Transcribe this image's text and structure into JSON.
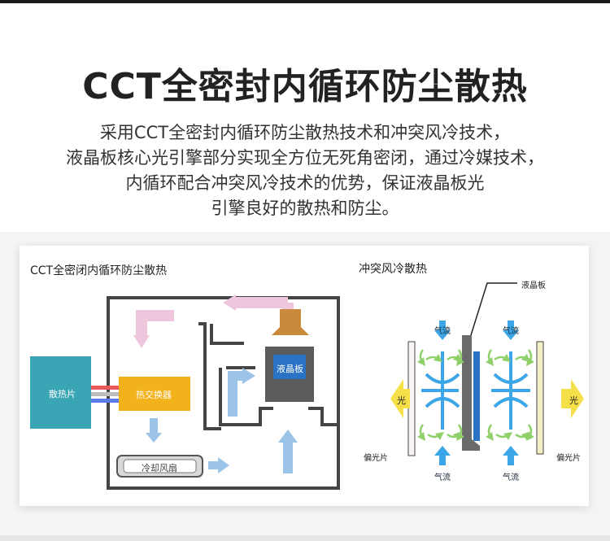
{
  "title": "CCT全密封内循环防尘散热",
  "description": [
    "采用CCT全密封内循环防尘散热技术和冲突风冷技术，",
    "液晶板核心光引擎部分实现全方位无死角密闭，通过冷媒技术，",
    "内循环配合冲突风冷技术的优势，保证液晶板光",
    "引擎良好的散热和防尘。"
  ],
  "left_diagram": {
    "title": "CCT全密闭内循环防尘散热",
    "heatsink_label": "散热片",
    "heat_exchanger_label": "热交换器",
    "lcd_panel_label": "液晶板",
    "cooling_fan_label": "冷却风扇"
  },
  "right_diagram": {
    "title": "冲突风冷散热",
    "lcd_panel_label": "液晶板",
    "airflow_top_left": "气流",
    "airflow_top_right": "气流",
    "airflow_bottom_left": "气流",
    "airflow_bottom_right": "气流",
    "light_left": "光",
    "light_right": "光",
    "polarizer_left": "偏光片",
    "polarizer_right": "偏光片"
  },
  "colors": {
    "heatsink": "#3aa5b4",
    "heat_exchanger": "#f2b21c",
    "lcd_frame": "#5b5b5b",
    "lcd_screen": "#2a72c4",
    "copper": "#c98a3c",
    "pink_arrow": "#f0c6dc",
    "blue_arrow": "#9cc3e8",
    "airflow_blue": "#3da6e6",
    "light_yellow": "#f5e04a",
    "green_swirl": "#8fd06a"
  }
}
